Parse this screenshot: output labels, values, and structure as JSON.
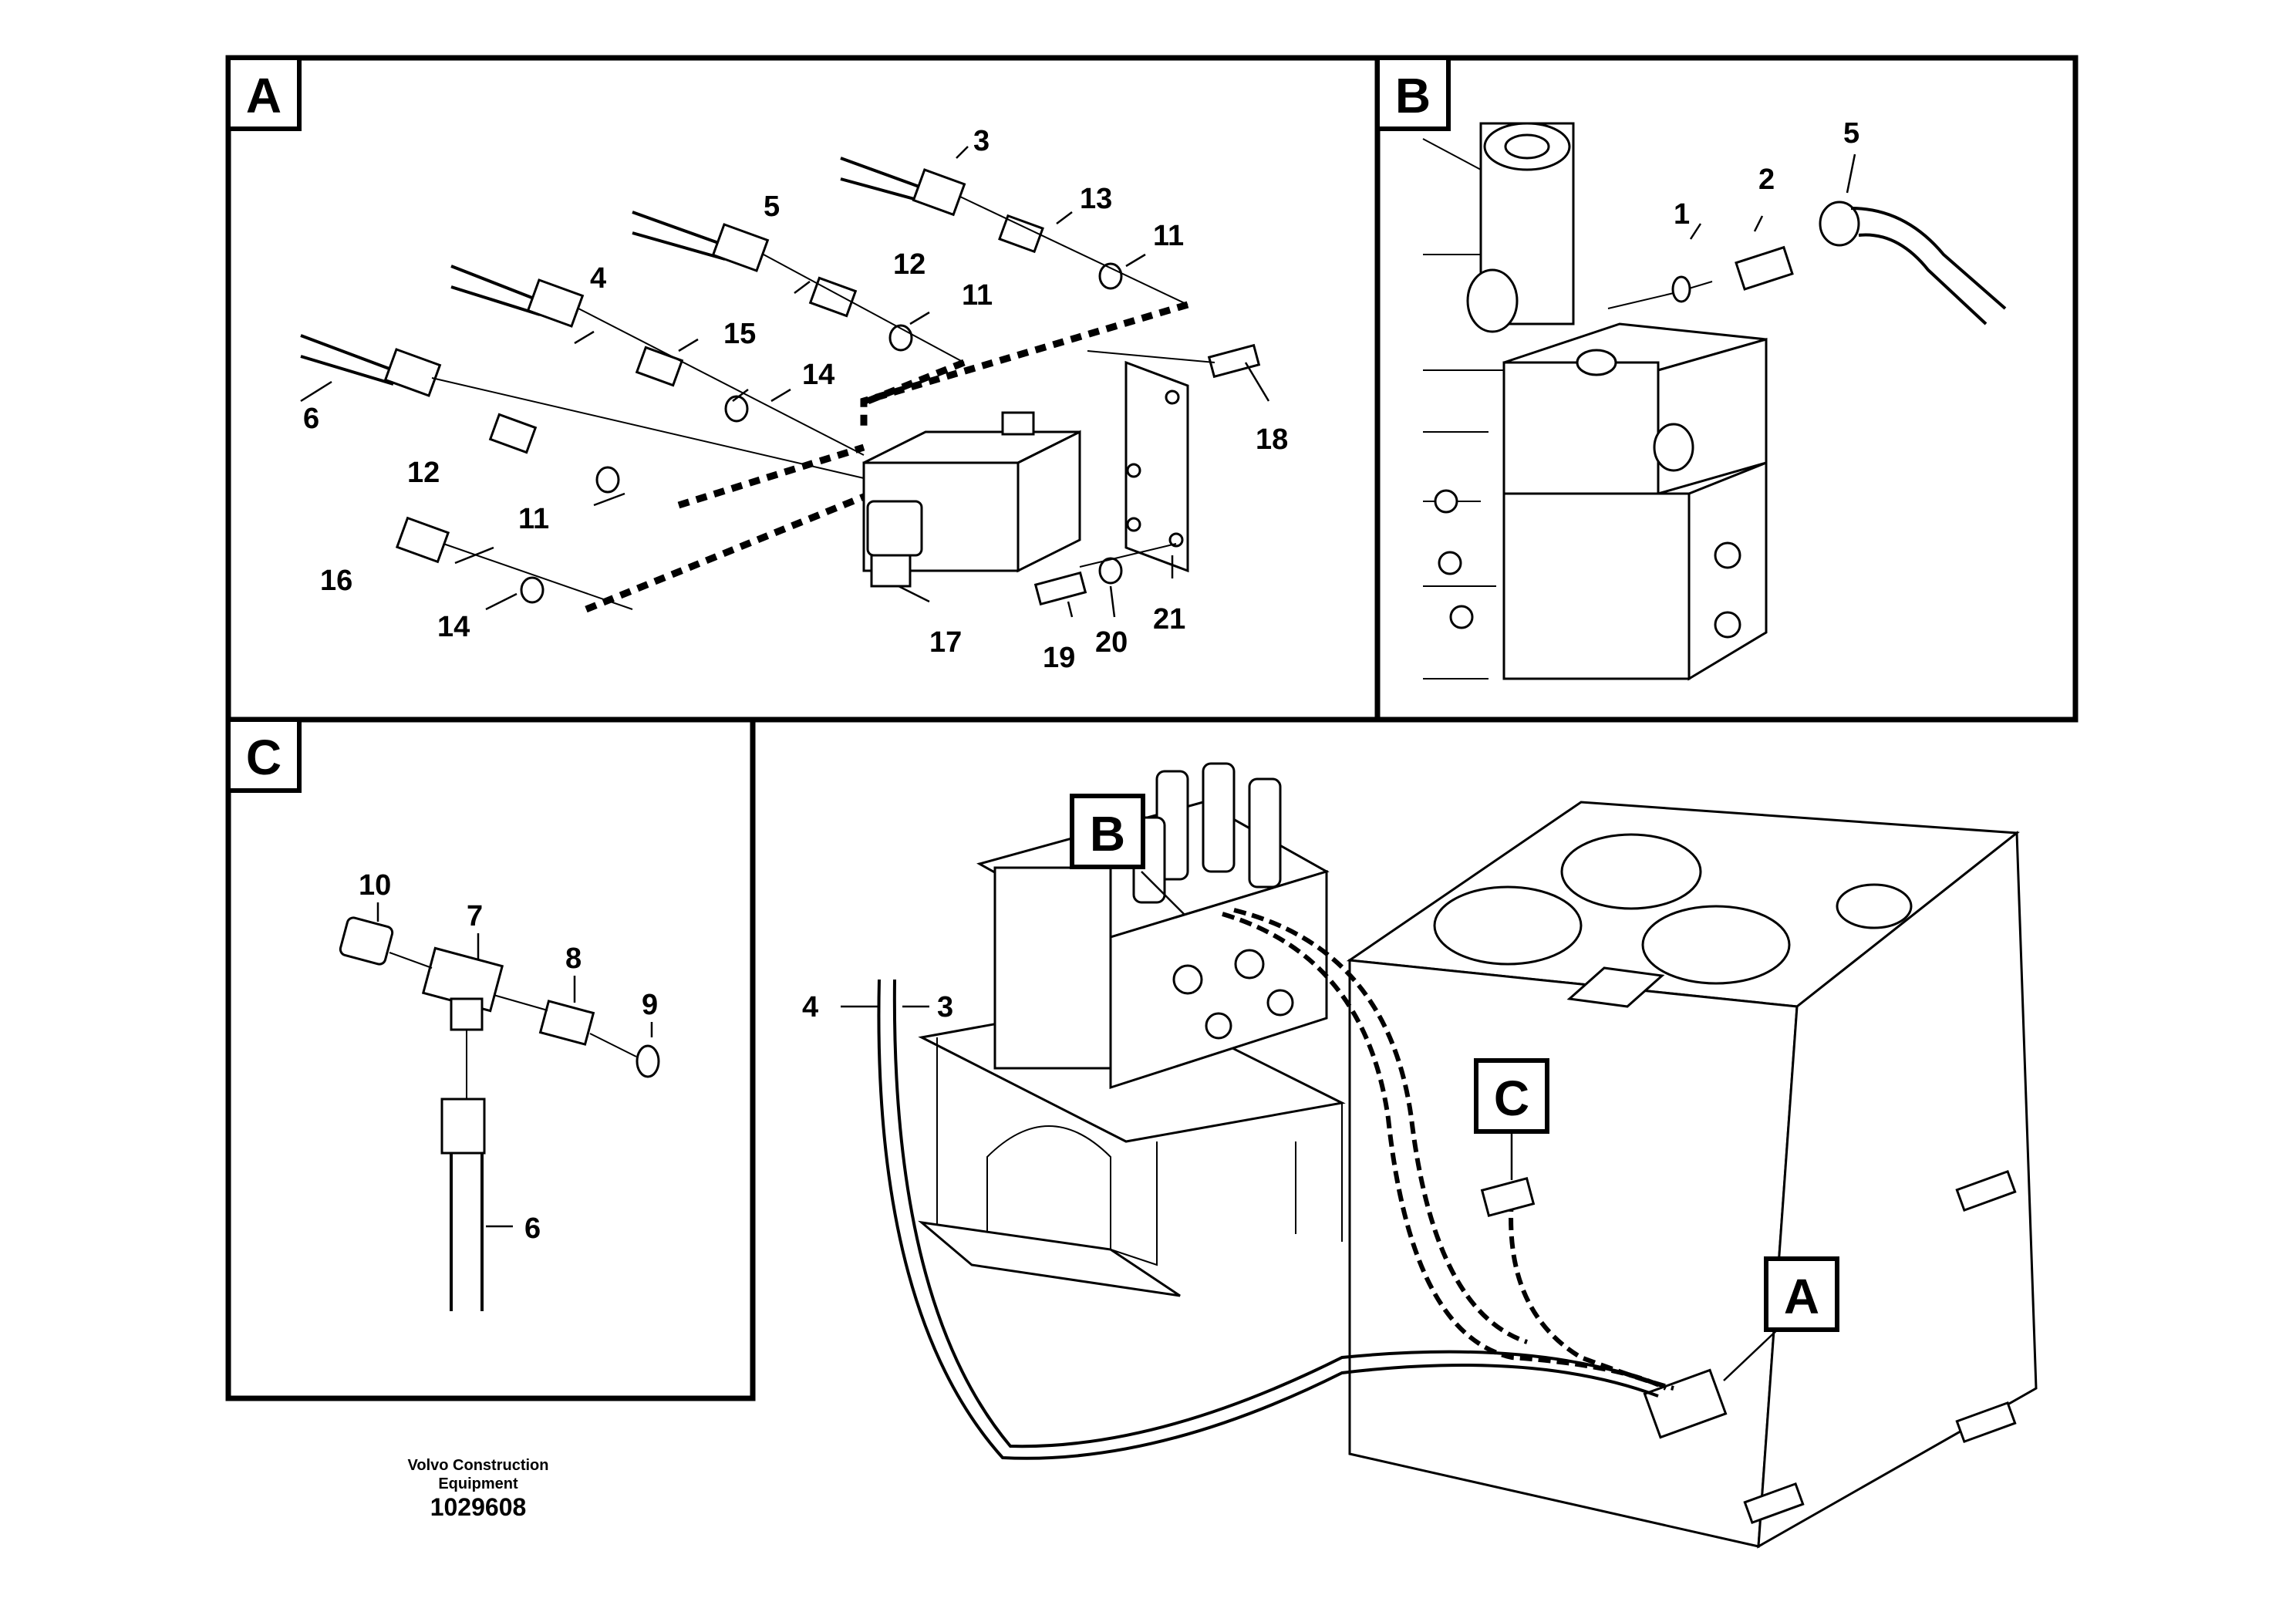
{
  "panels": {
    "A": {
      "letter": "A",
      "labels": [
        "3",
        "5",
        "13",
        "11",
        "4",
        "12",
        "11",
        "15",
        "14",
        "6",
        "18",
        "12",
        "11",
        "16",
        "14",
        "17",
        "19",
        "20",
        "21"
      ]
    },
    "B": {
      "letter": "B",
      "labels": [
        "5",
        "1",
        "2"
      ]
    },
    "C": {
      "letter": "C",
      "labels": [
        "10",
        "7",
        "8",
        "9",
        "6"
      ]
    }
  },
  "overview": {
    "callouts": [
      "B",
      "C",
      "A"
    ],
    "hose_labels": [
      "4",
      "3"
    ]
  },
  "footer": {
    "line1": "Volvo Construction",
    "line2": "Equipment",
    "number": "1029608"
  }
}
